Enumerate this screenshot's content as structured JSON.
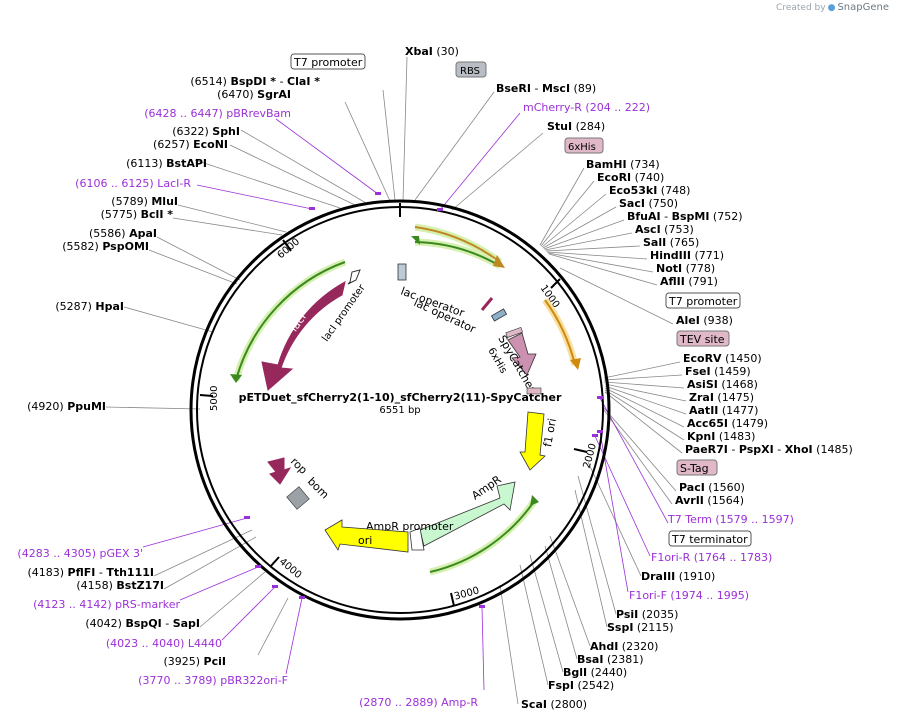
{
  "credit": {
    "prefix": "Created by",
    "brand": "SnapGene"
  },
  "plasmid": {
    "name": "pETDuet_sfCherry2(1-10)_sfCherry2(11)-SpyCatcher",
    "size": "6551 bp"
  },
  "ticks": [
    "1000",
    "2000",
    "3000",
    "4000",
    "5000",
    "6000"
  ],
  "features": {
    "lacI": "lacI",
    "lacI_promoter": "lacI promoter",
    "lac_operator_1": "lac operator",
    "lac_operator_2": "lac operator",
    "spycatcher": "SpyCatcher",
    "his6": "6xHis",
    "f1_ori": "f1 ori",
    "rop": "rop",
    "bom": "bom",
    "ampr": "AmpR",
    "ampr_promoter": "AmpR promoter",
    "ori": "ori"
  },
  "boxed_labels": {
    "t7_promoter_top": "T7 promoter",
    "rbs": "RBS",
    "his6_box": "6xHis",
    "t7_promoter_right": "T7 promoter",
    "tev_site": "TEV site",
    "s_tag": "S-Tag",
    "t7_terminator": "T7 terminator"
  },
  "sites_left": [
    {
      "pos": "(6514)",
      "name": "BspDI *",
      "sep": "-",
      "name2": "ClaI *"
    },
    {
      "pos": "(6470)",
      "name": "SgrAI"
    },
    {
      "pos": "(6428 .. 6447)",
      "name": "pBRrevBam",
      "primer": true
    },
    {
      "pos": "(6322)",
      "name": "SphI"
    },
    {
      "pos": "(6257)",
      "name": "EcoNI"
    },
    {
      "pos": "(6113)",
      "name": "BstAPI"
    },
    {
      "pos": "(6106 .. 6125)",
      "name": "LacI-R",
      "primer": true
    },
    {
      "pos": "(5789)",
      "name": "MluI"
    },
    {
      "pos": "(5775)",
      "name": "BclI *"
    },
    {
      "pos": "(5586)",
      "name": "ApaI"
    },
    {
      "pos": "(5582)",
      "name": "PspOMI"
    },
    {
      "pos": "(5287)",
      "name": "HpaI"
    },
    {
      "pos": "(4920)",
      "name": "PpuMI"
    },
    {
      "pos": "(4283 .. 4305)",
      "name": "pGEX 3'",
      "primer": true
    },
    {
      "pos": "(4183)",
      "name": "PflFI",
      "sep": "-",
      "name2": "Tth111I"
    },
    {
      "pos": "(4158)",
      "name": "BstZ17I"
    },
    {
      "pos": "(4123 .. 4142)",
      "name": "pRS-marker",
      "primer": true
    },
    {
      "pos": "(4042)",
      "name": "BspQI",
      "sep": "-",
      "name2": "SapI"
    },
    {
      "pos": "(4023 .. 4040)",
      "name": "L4440",
      "primer": true
    },
    {
      "pos": "(3925)",
      "name": "PciI"
    },
    {
      "pos": "(3770 .. 3789)",
      "name": "pBR322ori-F",
      "primer": true
    },
    {
      "pos": "(2870 .. 2889)",
      "name": "Amp-R",
      "primer": true
    }
  ],
  "sites_right": [
    {
      "name": "XbaI",
      "pos": "(30)"
    },
    {
      "name": "BseRI",
      "sep": "-",
      "name2": "MscI",
      "pos": "(89)"
    },
    {
      "name": "mCherry-R",
      "pos": "(204 .. 222)",
      "primer": true
    },
    {
      "name": "StuI",
      "pos": "(284)"
    },
    {
      "name": "BamHI",
      "pos": "(734)"
    },
    {
      "name": "EcoRI",
      "pos": "(740)"
    },
    {
      "name": "Eco53kI",
      "pos": "(748)"
    },
    {
      "name": "SacI",
      "pos": "(750)"
    },
    {
      "name": "BfuAI",
      "sep": "-",
      "name2": "BspMI",
      "pos": "(752)"
    },
    {
      "name": "AscI",
      "pos": "(753)"
    },
    {
      "name": "SalI",
      "pos": "(765)"
    },
    {
      "name": "HindIII",
      "pos": "(771)"
    },
    {
      "name": "NotI",
      "pos": "(778)"
    },
    {
      "name": "AflII",
      "pos": "(791)"
    },
    {
      "name": "AleI",
      "pos": "(938)"
    },
    {
      "name": "EcoRV",
      "pos": "(1450)"
    },
    {
      "name": "FseI",
      "pos": "(1459)"
    },
    {
      "name": "AsiSI",
      "pos": "(1468)"
    },
    {
      "name": "ZraI",
      "pos": "(1475)"
    },
    {
      "name": "AatII",
      "pos": "(1477)"
    },
    {
      "name": "Acc65I",
      "pos": "(1479)"
    },
    {
      "name": "KpnI",
      "pos": "(1483)"
    },
    {
      "name": "PaeR7I",
      "sep": "-",
      "name2": "PspXI",
      "sep2": "-",
      "name3": "XhoI",
      "pos": "(1485)"
    },
    {
      "name": "PacI",
      "pos": "(1560)"
    },
    {
      "name": "AvrII",
      "pos": "(1564)"
    },
    {
      "name": "T7 Term",
      "pos": "(1579 .. 1597)",
      "primer": true
    },
    {
      "name": "F1ori-R",
      "pos": "(1764 .. 1783)",
      "primer": true
    },
    {
      "name": "DraIII",
      "pos": "(1910)"
    },
    {
      "name": "F1ori-F",
      "pos": "(1974 .. 1995)",
      "primer": true
    },
    {
      "name": "PsiI",
      "pos": "(2035)"
    },
    {
      "name": "SspI",
      "pos": "(2115)"
    },
    {
      "name": "AhdI",
      "pos": "(2320)"
    },
    {
      "name": "BsaI",
      "pos": "(2381)"
    },
    {
      "name": "BglI",
      "pos": "(2440)"
    },
    {
      "name": "FspI",
      "pos": "(2542)"
    },
    {
      "name": "ScaI",
      "pos": "(2800)"
    }
  ],
  "colors": {
    "enzyme": "#000000",
    "primer": "#9b30d8",
    "backbone": "#000000",
    "lacI": "#97285c",
    "his_box": "#e0b8c8",
    "rbs_box": "#b8bec4",
    "spy": "#cc90b0",
    "f1ori": "#ffff00",
    "ampr": "#c9f7cf",
    "ori_yellow": "#ffff00",
    "orange_orf": "#f0a830",
    "green_orf": "#3a9a2a"
  }
}
